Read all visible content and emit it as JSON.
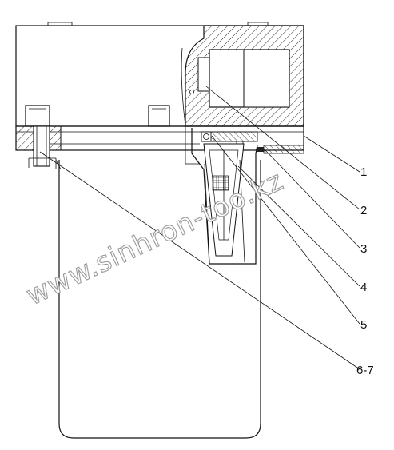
{
  "callouts": [
    {
      "label": "1"
    },
    {
      "label": "2"
    },
    {
      "label": "3"
    },
    {
      "label": "4"
    },
    {
      "label": "5"
    },
    {
      "label": "6-7"
    }
  ],
  "watermark": "www.sinhron-too.kz"
}
